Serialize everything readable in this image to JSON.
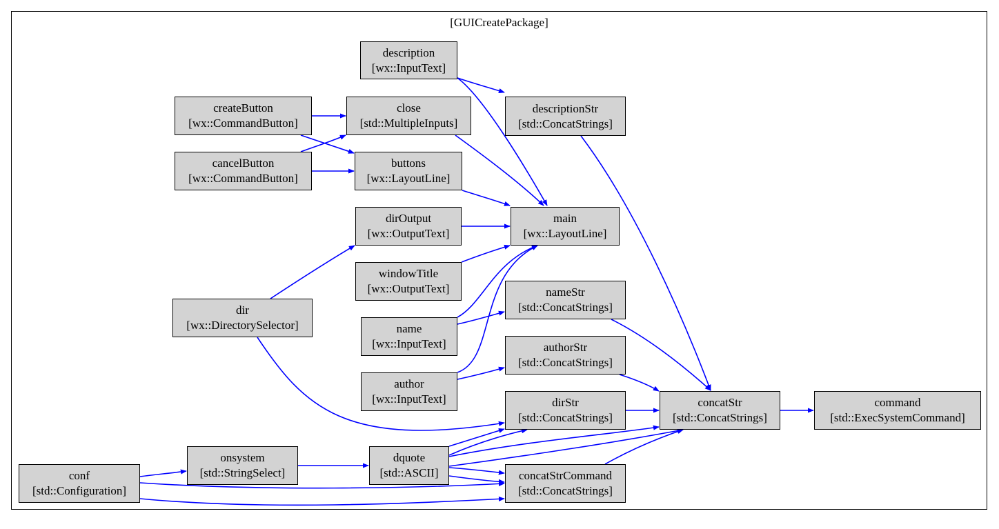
{
  "cluster": {
    "title": "[GUICreatePackage]"
  },
  "colors": {
    "edge": "#0000ff",
    "node_fill": "#d3d3d3",
    "border": "#000000"
  },
  "nodes": {
    "description": {
      "name": "description",
      "type": "[wx::InputText]"
    },
    "descriptionStr": {
      "name": "descriptionStr",
      "type": "[std::ConcatStrings]"
    },
    "createButton": {
      "name": "createButton",
      "type": "[wx::CommandButton]"
    },
    "close": {
      "name": "close",
      "type": "[std::MultipleInputs]"
    },
    "cancelButton": {
      "name": "cancelButton",
      "type": "[wx::CommandButton]"
    },
    "buttons": {
      "name": "buttons",
      "type": "[wx::LayoutLine]"
    },
    "dirOutput": {
      "name": "dirOutput",
      "type": "[wx::OutputText]"
    },
    "main": {
      "name": "main",
      "type": "[wx::LayoutLine]"
    },
    "windowTitle": {
      "name": "windowTitle",
      "type": "[wx::OutputText]"
    },
    "dir": {
      "name": "dir",
      "type": "[wx::DirectorySelector]"
    },
    "nameStr": {
      "name": "nameStr",
      "type": "[std::ConcatStrings]"
    },
    "name": {
      "name": "name",
      "type": "[wx::InputText]"
    },
    "authorStr": {
      "name": "authorStr",
      "type": "[std::ConcatStrings]"
    },
    "author": {
      "name": "author",
      "type": "[wx::InputText]"
    },
    "dirStr": {
      "name": "dirStr",
      "type": "[std::ConcatStrings]"
    },
    "concatStr": {
      "name": "concatStr",
      "type": "[std::ConcatStrings]"
    },
    "command": {
      "name": "command",
      "type": "[std::ExecSystemCommand]"
    },
    "onsystem": {
      "name": "onsystem",
      "type": "[std::StringSelect]"
    },
    "dquote": {
      "name": "dquote",
      "type": "[std::ASCII]"
    },
    "conf": {
      "name": "conf",
      "type": "[std::Configuration]"
    },
    "concatStrCommand": {
      "name": "concatStrCommand",
      "type": "[std::ConcatStrings]"
    }
  },
  "edges": [
    {
      "from": "description",
      "to": "descriptionStr"
    },
    {
      "from": "description",
      "to": "main"
    },
    {
      "from": "createButton",
      "to": "close"
    },
    {
      "from": "createButton",
      "to": "buttons"
    },
    {
      "from": "cancelButton",
      "to": "close"
    },
    {
      "from": "cancelButton",
      "to": "buttons"
    },
    {
      "from": "close",
      "to": "main"
    },
    {
      "from": "buttons",
      "to": "main"
    },
    {
      "from": "dirOutput",
      "to": "main"
    },
    {
      "from": "windowTitle",
      "to": "main"
    },
    {
      "from": "name",
      "to": "main"
    },
    {
      "from": "author",
      "to": "main"
    },
    {
      "from": "dir",
      "to": "dirOutput"
    },
    {
      "from": "dir",
      "to": "dirStr"
    },
    {
      "from": "name",
      "to": "nameStr"
    },
    {
      "from": "author",
      "to": "authorStr"
    },
    {
      "from": "descriptionStr",
      "to": "concatStr"
    },
    {
      "from": "nameStr",
      "to": "concatStr"
    },
    {
      "from": "authorStr",
      "to": "concatStr"
    },
    {
      "from": "dirStr",
      "to": "concatStr"
    },
    {
      "from": "concatStr",
      "to": "command"
    },
    {
      "from": "conf",
      "to": "onsystem"
    },
    {
      "from": "conf",
      "to": "concatStrCommand"
    },
    {
      "from": "conf",
      "to": "concatStrCommand"
    },
    {
      "from": "onsystem",
      "to": "dquote"
    },
    {
      "from": "dquote",
      "to": "dirStr"
    },
    {
      "from": "dquote",
      "to": "dirStr"
    },
    {
      "from": "dquote",
      "to": "concatStr"
    },
    {
      "from": "dquote",
      "to": "concatStr"
    },
    {
      "from": "dquote",
      "to": "concatStrCommand"
    },
    {
      "from": "dquote",
      "to": "concatStrCommand"
    },
    {
      "from": "concatStrCommand",
      "to": "concatStr"
    }
  ]
}
